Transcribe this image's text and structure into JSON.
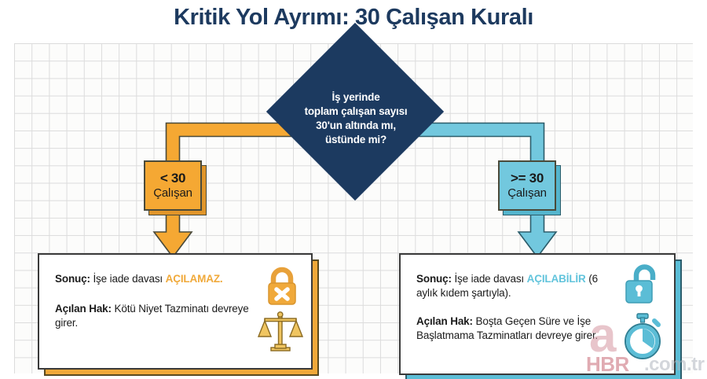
{
  "title": "Kritik Yol Ayrımı: 30 Çalışan Kuralı",
  "decision": {
    "line1": "İş yerinde",
    "line2": "toplam çalışan sayısı",
    "line3": "30'un altında mı,",
    "line4": "üstünde mi?"
  },
  "branches": {
    "left": {
      "condition": "< 30",
      "unit": "Çalışan"
    },
    "right": {
      "condition": ">= 30",
      "unit": "Çalışan"
    }
  },
  "cards": {
    "left": {
      "result_label": "Sonuç:",
      "result_text": " İşe iade davası ",
      "result_highlight": "AÇILAMAZ.",
      "right_label": "Açılan Hak:",
      "right_text": " Kötü Niyet Tazminatı devreye girer.",
      "icons": [
        "locked-padlock-icon",
        "scales-of-justice-icon"
      ]
    },
    "right": {
      "result_label": "Sonuç:",
      "result_text": " İşe iade davası ",
      "result_highlight": "AÇILABİLİR",
      "result_note": " (6 aylık kıdem şartıyla).",
      "right_label": "Açılan Hak:",
      "right_text": " Boşta Geçen Süre ve İşe Başlatmama Tazminatları devreye girer.",
      "icons": [
        "unlocked-padlock-icon",
        "stopwatch-icon"
      ]
    }
  },
  "watermark": {
    "logo": "a",
    "brand": "HBR",
    "domain": ".com.tr"
  },
  "colors": {
    "navy": "#1c3a60",
    "orange": "#f5a833",
    "teal": "#72c8de",
    "title": "#1d3a5f",
    "grid_line": "#dcdcdc",
    "panel_bg": "#fcfcfb"
  },
  "chart_data": {
    "type": "flowchart",
    "title": "Kritik Yol Ayrımı: 30 Çalışan Kuralı",
    "nodes": [
      {
        "id": "decision",
        "shape": "diamond",
        "color": "#1c3a60",
        "text": "İş yerinde toplam çalışan sayısı 30'un altında mı, üstünde mi?"
      },
      {
        "id": "branch-left",
        "shape": "box",
        "color": "#f5a833",
        "text": "< 30 Çalışan"
      },
      {
        "id": "branch-right",
        "shape": "box",
        "color": "#72c8de",
        "text": ">= 30 Çalışan"
      },
      {
        "id": "card-left",
        "shape": "card",
        "accent": "#f0a93a",
        "text": "Sonuç: İşe iade davası AÇILAMAZ. Açılan Hak: Kötü Niyet Tazminatı devreye girer."
      },
      {
        "id": "card-right",
        "shape": "card",
        "accent": "#5bbdd6",
        "text": "Sonuç: İşe iade davası AÇILABİLİR (6 aylık kıdem şartıyla). Açılan Hak: Boşta Geçen Süre ve İşe Başlatmama Tazminatları devreye girer."
      }
    ],
    "edges": [
      {
        "from": "decision",
        "to": "branch-left",
        "label": "< 30",
        "color": "#f5a833"
      },
      {
        "from": "branch-left",
        "to": "card-left",
        "color": "#f5a833"
      },
      {
        "from": "decision",
        "to": "branch-right",
        "label": ">= 30",
        "color": "#72c8de"
      },
      {
        "from": "branch-right",
        "to": "card-right",
        "color": "#72c8de"
      }
    ]
  }
}
